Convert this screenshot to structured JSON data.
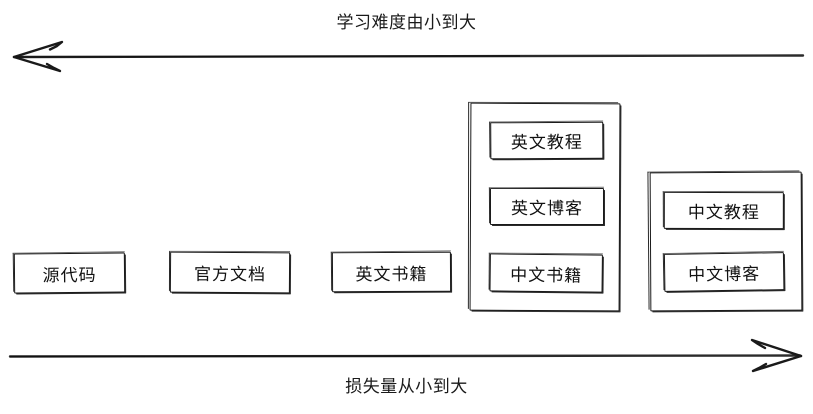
{
  "diagram": {
    "title_top": "学习难度由小到大",
    "title_bottom": "损失量从小到大",
    "stroke_color": "#1b1b1b",
    "background_color": "#ffffff"
  },
  "axes": {
    "top": {
      "label": "学习难度由小到大",
      "direction": "left",
      "arrow_icon": "arrow-left-icon"
    },
    "bottom": {
      "label": "损失量从小到大",
      "direction": "right",
      "arrow_icon": "arrow-right-icon"
    }
  },
  "nodes": [
    {
      "id": "source-code",
      "label": "源代码"
    },
    {
      "id": "official-docs",
      "label": "官方文档"
    },
    {
      "id": "english-books",
      "label": "英文书籍"
    }
  ],
  "groups": [
    {
      "id": "group-middle",
      "items": [
        {
          "id": "english-tutorial",
          "label": "英文教程"
        },
        {
          "id": "english-blog",
          "label": "英文博客"
        },
        {
          "id": "chinese-books",
          "label": "中文书籍"
        }
      ]
    },
    {
      "id": "group-right",
      "items": [
        {
          "id": "chinese-tutorial",
          "label": "中文教程"
        },
        {
          "id": "chinese-blog",
          "label": "中文博客"
        }
      ]
    }
  ]
}
